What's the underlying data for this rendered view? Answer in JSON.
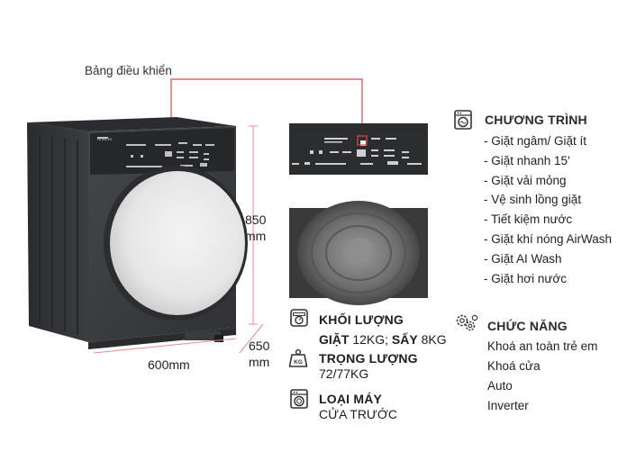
{
  "annotation": {
    "control_panel_label": "Bảng điều khiển",
    "height_value": "850",
    "height_unit": "mm",
    "depth_value": "650",
    "depth_unit": "mm",
    "width": "600mm"
  },
  "machine": {
    "brand_text": "HITACHI"
  },
  "specs": {
    "weight_capacity": {
      "title": "KHỐI LƯỢNG",
      "wash_label": "GIẶT",
      "wash_value": " 12KG;",
      "dry_label": " SẤY",
      "dry_value": " 8KG",
      "icon": "scale-icon"
    },
    "net_weight": {
      "title": "TRỌNG LƯỢNG",
      "value": "72/77KG",
      "icon": "weight-kg-icon",
      "icon_text": "KG"
    },
    "machine_type": {
      "title": "LOẠI MÁY",
      "value": "CỬA TRƯỚC",
      "icon": "front-load-washer-icon"
    }
  },
  "programs": {
    "title": "CHƯƠNG TRÌNH",
    "icon": "washer-program-icon",
    "items": [
      "- Giặt ngâm/ Giặt ít",
      "- Giặt nhanh 15'",
      "- Giặt vải mỏng",
      "- Vệ sinh lồng giặt",
      "- Tiết kiệm nước",
      "- Giặt khí nóng AirWash",
      "- Giặt AI Wash",
      "- Giặt hơi nước"
    ]
  },
  "functions": {
    "title": "CHỨC NĂNG",
    "icon": "gears-icon",
    "items": [
      "Khoá an toàn trẻ em",
      "Khoá cửa",
      "Auto",
      "Inverter"
    ]
  },
  "colors": {
    "machine_body": "#3b3d40",
    "annotation_red": "#d84a4a",
    "dim_line": "#e48c8c"
  }
}
